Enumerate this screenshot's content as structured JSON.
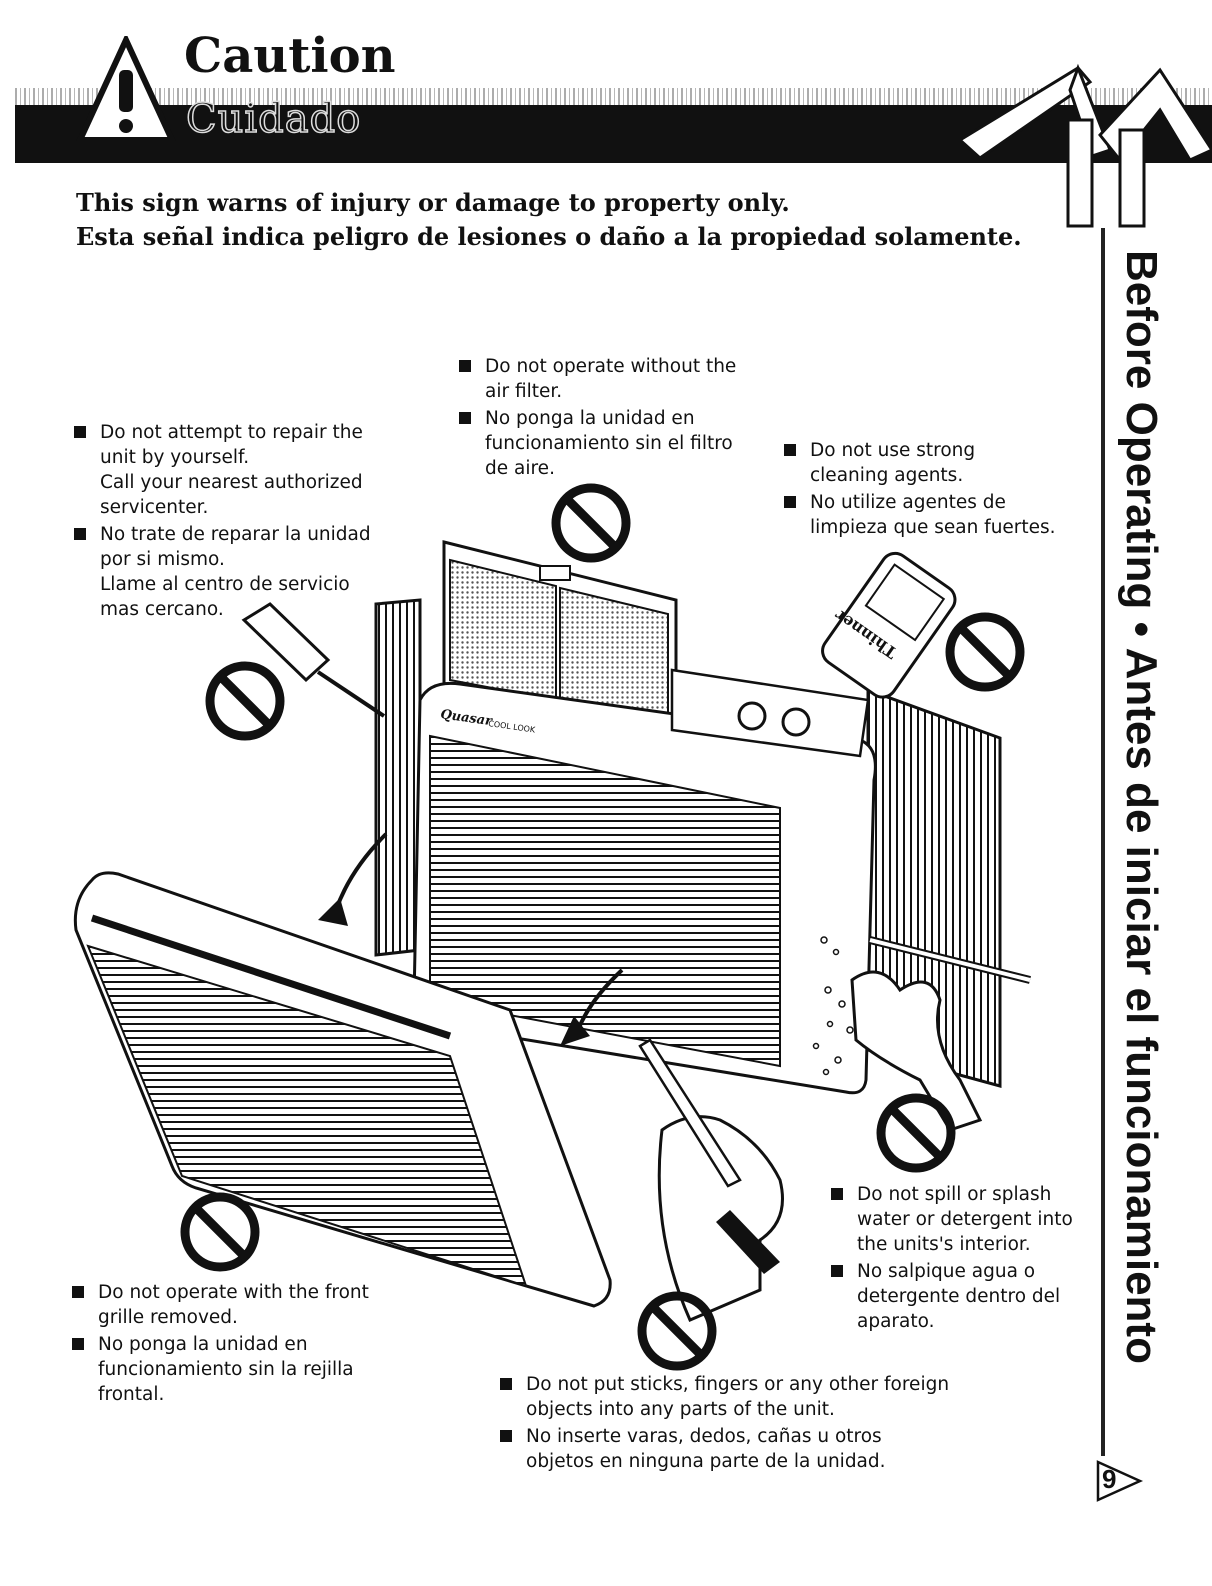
{
  "header": {
    "title_en": "Caution",
    "title_es": "Cuidado"
  },
  "intro": {
    "line_en": "This sign warns of injury or damage to property only.",
    "line_es": "Esta señal indica peligro de lesiones o daño a la propiedad solamente."
  },
  "sidebar": {
    "section_title": "Before Operating • Antes de iniciar el funcionamiento"
  },
  "page_number": "9",
  "illustration": {
    "brand_label": "Quasar",
    "model_label": "COOL LOOK",
    "bottle_label": "Thinner"
  },
  "notes": {
    "repair": {
      "en": [
        "Do not attempt to repair the",
        "unit by yourself.",
        "Call your nearest authorized",
        "servicenter."
      ],
      "es": [
        "No trate de reparar la unidad",
        "por si mismo.",
        "Llame al centro de servicio",
        "mas cercano."
      ]
    },
    "filter": {
      "en": [
        "Do not operate without the",
        "air filter."
      ],
      "es": [
        "No ponga la unidad en",
        "funcionamiento sin el filtro",
        "de aire."
      ]
    },
    "cleaning": {
      "en": [
        "Do not use strong",
        "cleaning agents."
      ],
      "es": [
        "No utilize agentes de",
        "limpieza que sean fuertes."
      ]
    },
    "splash": {
      "en": [
        "Do not spill or splash",
        "water or detergent into",
        "the units's interior."
      ],
      "es": [
        "No salpique agua o",
        "detergente dentro del",
        "aparato."
      ]
    },
    "grille": {
      "en": [
        "Do not operate with the front",
        "grille removed."
      ],
      "es": [
        "No ponga la unidad en",
        "funcionamiento sin la rejilla",
        "frontal."
      ]
    },
    "sticks": {
      "en": [
        "Do not put sticks, fingers or any other foreign",
        "objects into any parts of the unit."
      ],
      "es": [
        "No inserte varas, dedos, cañas u otros",
        "objetos en ninguna parte de la unidad."
      ]
    }
  }
}
